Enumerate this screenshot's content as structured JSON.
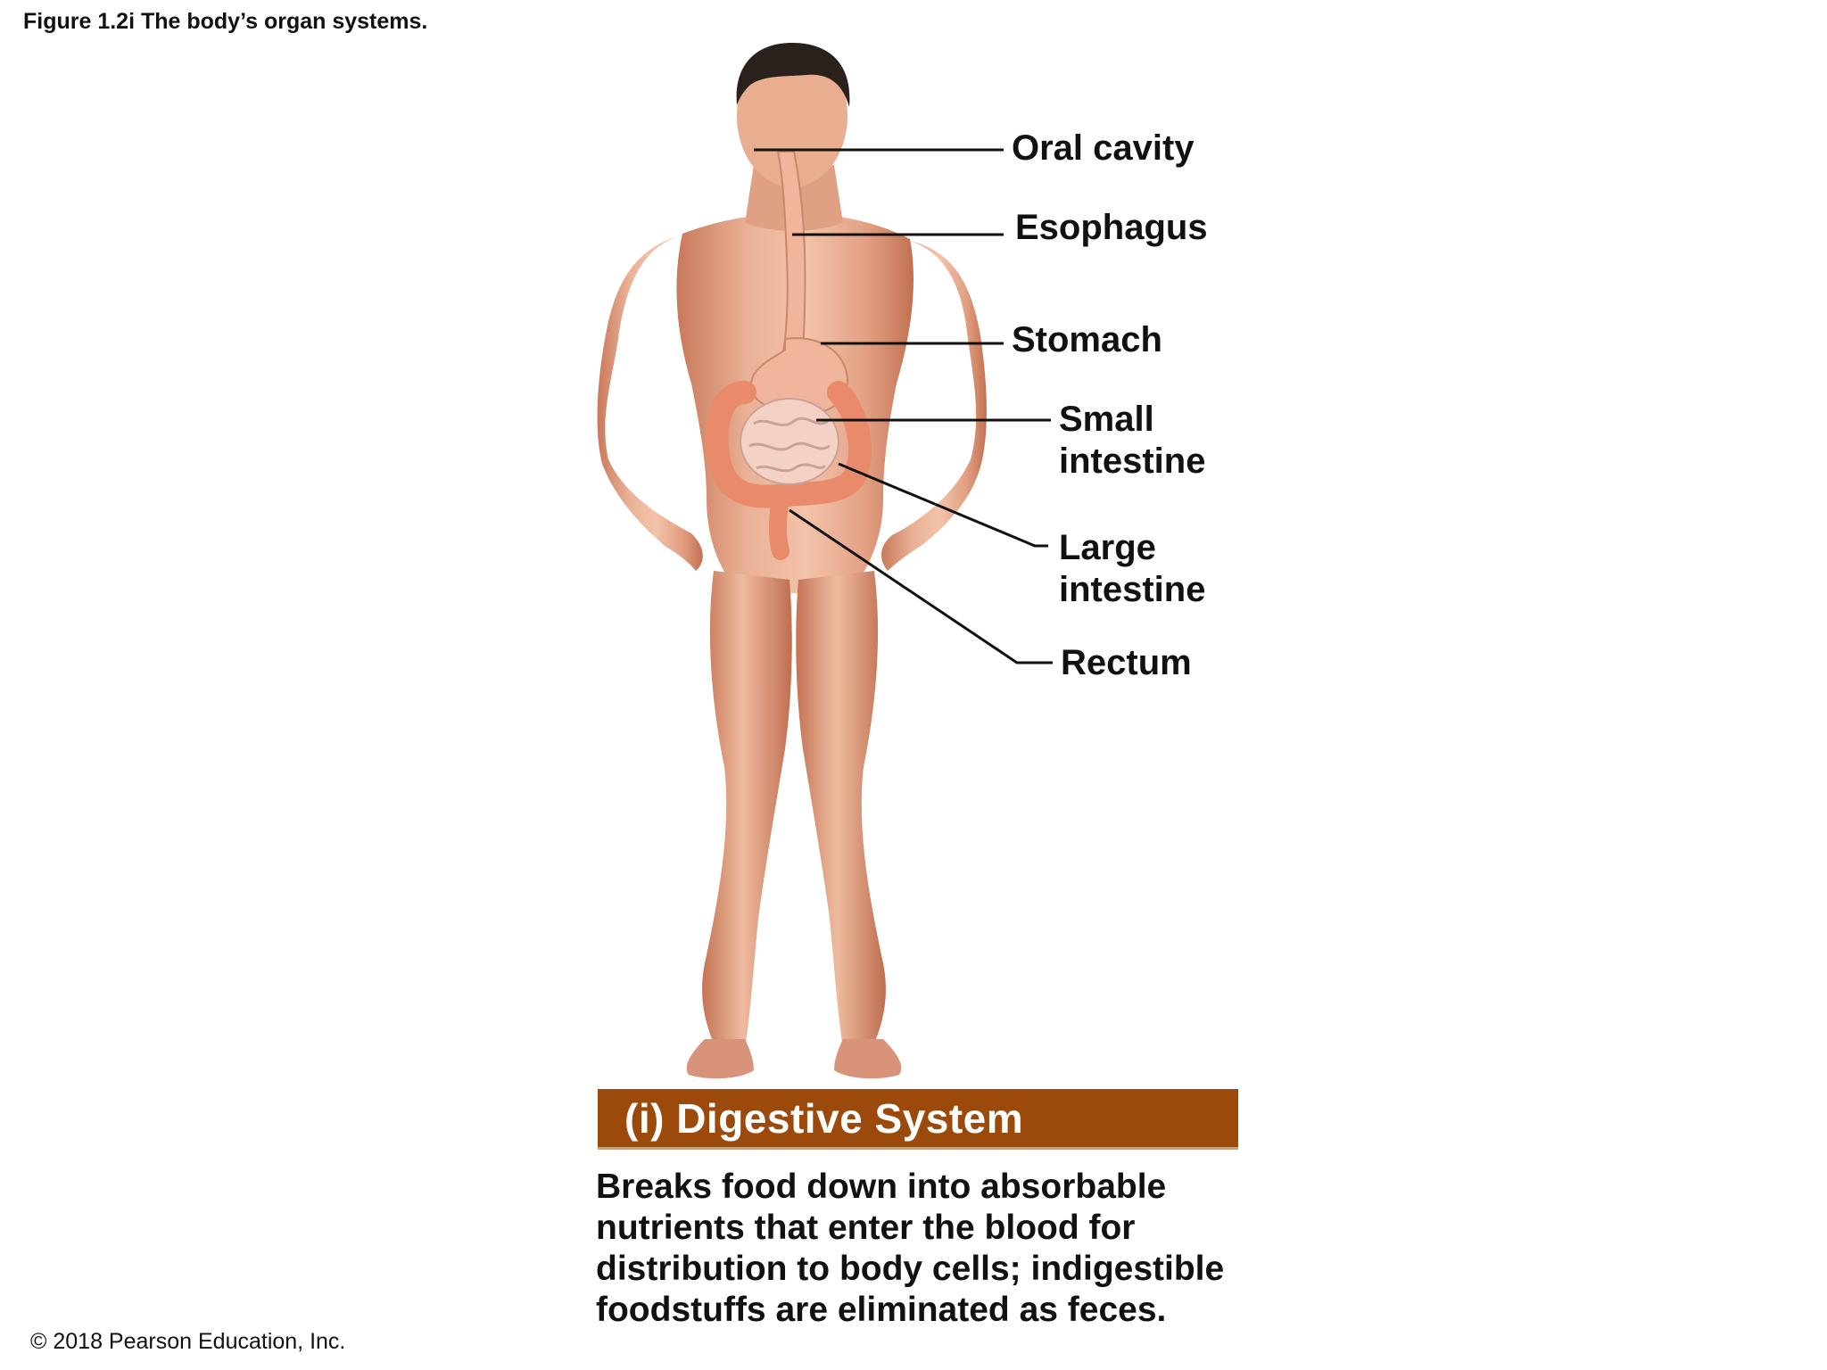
{
  "figure": {
    "caption": "Figure 1.2i The body’s organ systems.",
    "copyright": "© 2018 Pearson Education, Inc."
  },
  "labels": [
    {
      "id": "oral-cavity",
      "lines": [
        "Oral cavity"
      ]
    },
    {
      "id": "esophagus",
      "lines": [
        "Esophagus"
      ]
    },
    {
      "id": "stomach",
      "lines": [
        "Stomach"
      ]
    },
    {
      "id": "small-intestine",
      "lines": [
        "Small",
        "intestine"
      ]
    },
    {
      "id": "large-intestine",
      "lines": [
        "Large",
        "intestine"
      ]
    },
    {
      "id": "rectum",
      "lines": [
        "Rectum"
      ]
    }
  ],
  "system": {
    "title": "(i) Digestive System",
    "description": "Breaks food down into absorbable nutrients that enter the blood for distribution to body cells; indigestible foodstuffs are eliminated as feces.",
    "bar_color": "#9c4a0b"
  },
  "colors": {
    "skin": "#e8a783",
    "skin_shadow": "#c9795a",
    "hair": "#2b211c",
    "organ": "#f0b59a",
    "colon": "#e98b6a",
    "small_intestine": "#f3d2c5"
  }
}
